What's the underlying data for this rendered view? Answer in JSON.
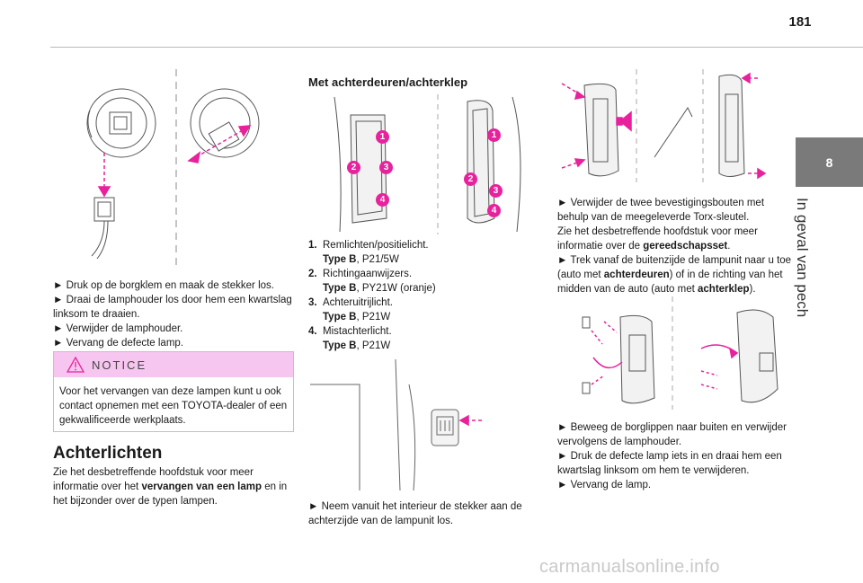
{
  "header": {
    "page_number": "181"
  },
  "chapter": {
    "number": "8",
    "title": "In geval van pech"
  },
  "col1": {
    "steps": [
      "► Druk op de borgklem en maak de stekker los.",
      "► Draai de lamphouder los door hem een kwartslag linksom te draaien.",
      "► Verwijder de lamphouder.",
      "► Vervang de defecte lamp."
    ],
    "notice": {
      "title": "NOTICE",
      "body": "Voor het vervangen van deze lampen kunt u ook contact opnemen met een TOYOTA-dealer of een gekwalificeerde werkplaats."
    },
    "rear_lights": {
      "heading": "Achterlichten",
      "text_a": "Zie het desbetreffende hoofdstuk voor meer informatie over het ",
      "text_bold": "vervangen van een lamp",
      "text_b": " en in het bijzonder over de typen lampen."
    }
  },
  "col2": {
    "heading": "Met achterdeuren/achterklep",
    "callouts": [
      "1",
      "2",
      "3",
      "4"
    ],
    "lamps": [
      {
        "num": "1.",
        "name": "Remlichten/positielicht.",
        "type_label": "Type B",
        "type_value": ", P21/5W"
      },
      {
        "num": "2.",
        "name": "Richtingaanwijzers.",
        "type_label": "Type B",
        "type_value": ", PY21W (oranje)"
      },
      {
        "num": "3.",
        "name": "Achteruitrijlicht.",
        "type_label": "Type B",
        "type_value": ", P21W"
      },
      {
        "num": "4.",
        "name": "Mistachterlicht.",
        "type_label": "Type B",
        "type_value": ", P21W"
      }
    ],
    "step": "► Neem vanuit het interieur de stekker aan de achterzijde van de lampunit los."
  },
  "col3": {
    "p1_a": "► Verwijder de twee bevestigingsbouten met behulp van de meegeleverde Torx-sleutel.",
    "p1_b": "Zie het desbetreffende hoofdstuk voor meer informatie over de ",
    "p1_bold": "gereedschapsset",
    "p1_end": ".",
    "p2_a": "► Trek vanaf de buitenzijde de lampunit naar u toe (auto met ",
    "p2_bold1": "achterdeuren",
    "p2_mid": ") of in de richting van het midden van de auto (auto met ",
    "p2_bold2": "achterklep",
    "p2_end": ").",
    "steps": [
      "► Beweeg de borglippen naar buiten en verwijder vervolgens de lamphouder.",
      "► Druk de defecte lamp iets in en draai hem een kwartslag linksom om hem te verwijderen.",
      "► Vervang de lamp."
    ]
  },
  "watermark": "carmanualsonline.info",
  "colors": {
    "accent": "#e8219c",
    "notice_bg": "#f7c6f0",
    "tab": "#7a7a7a"
  }
}
